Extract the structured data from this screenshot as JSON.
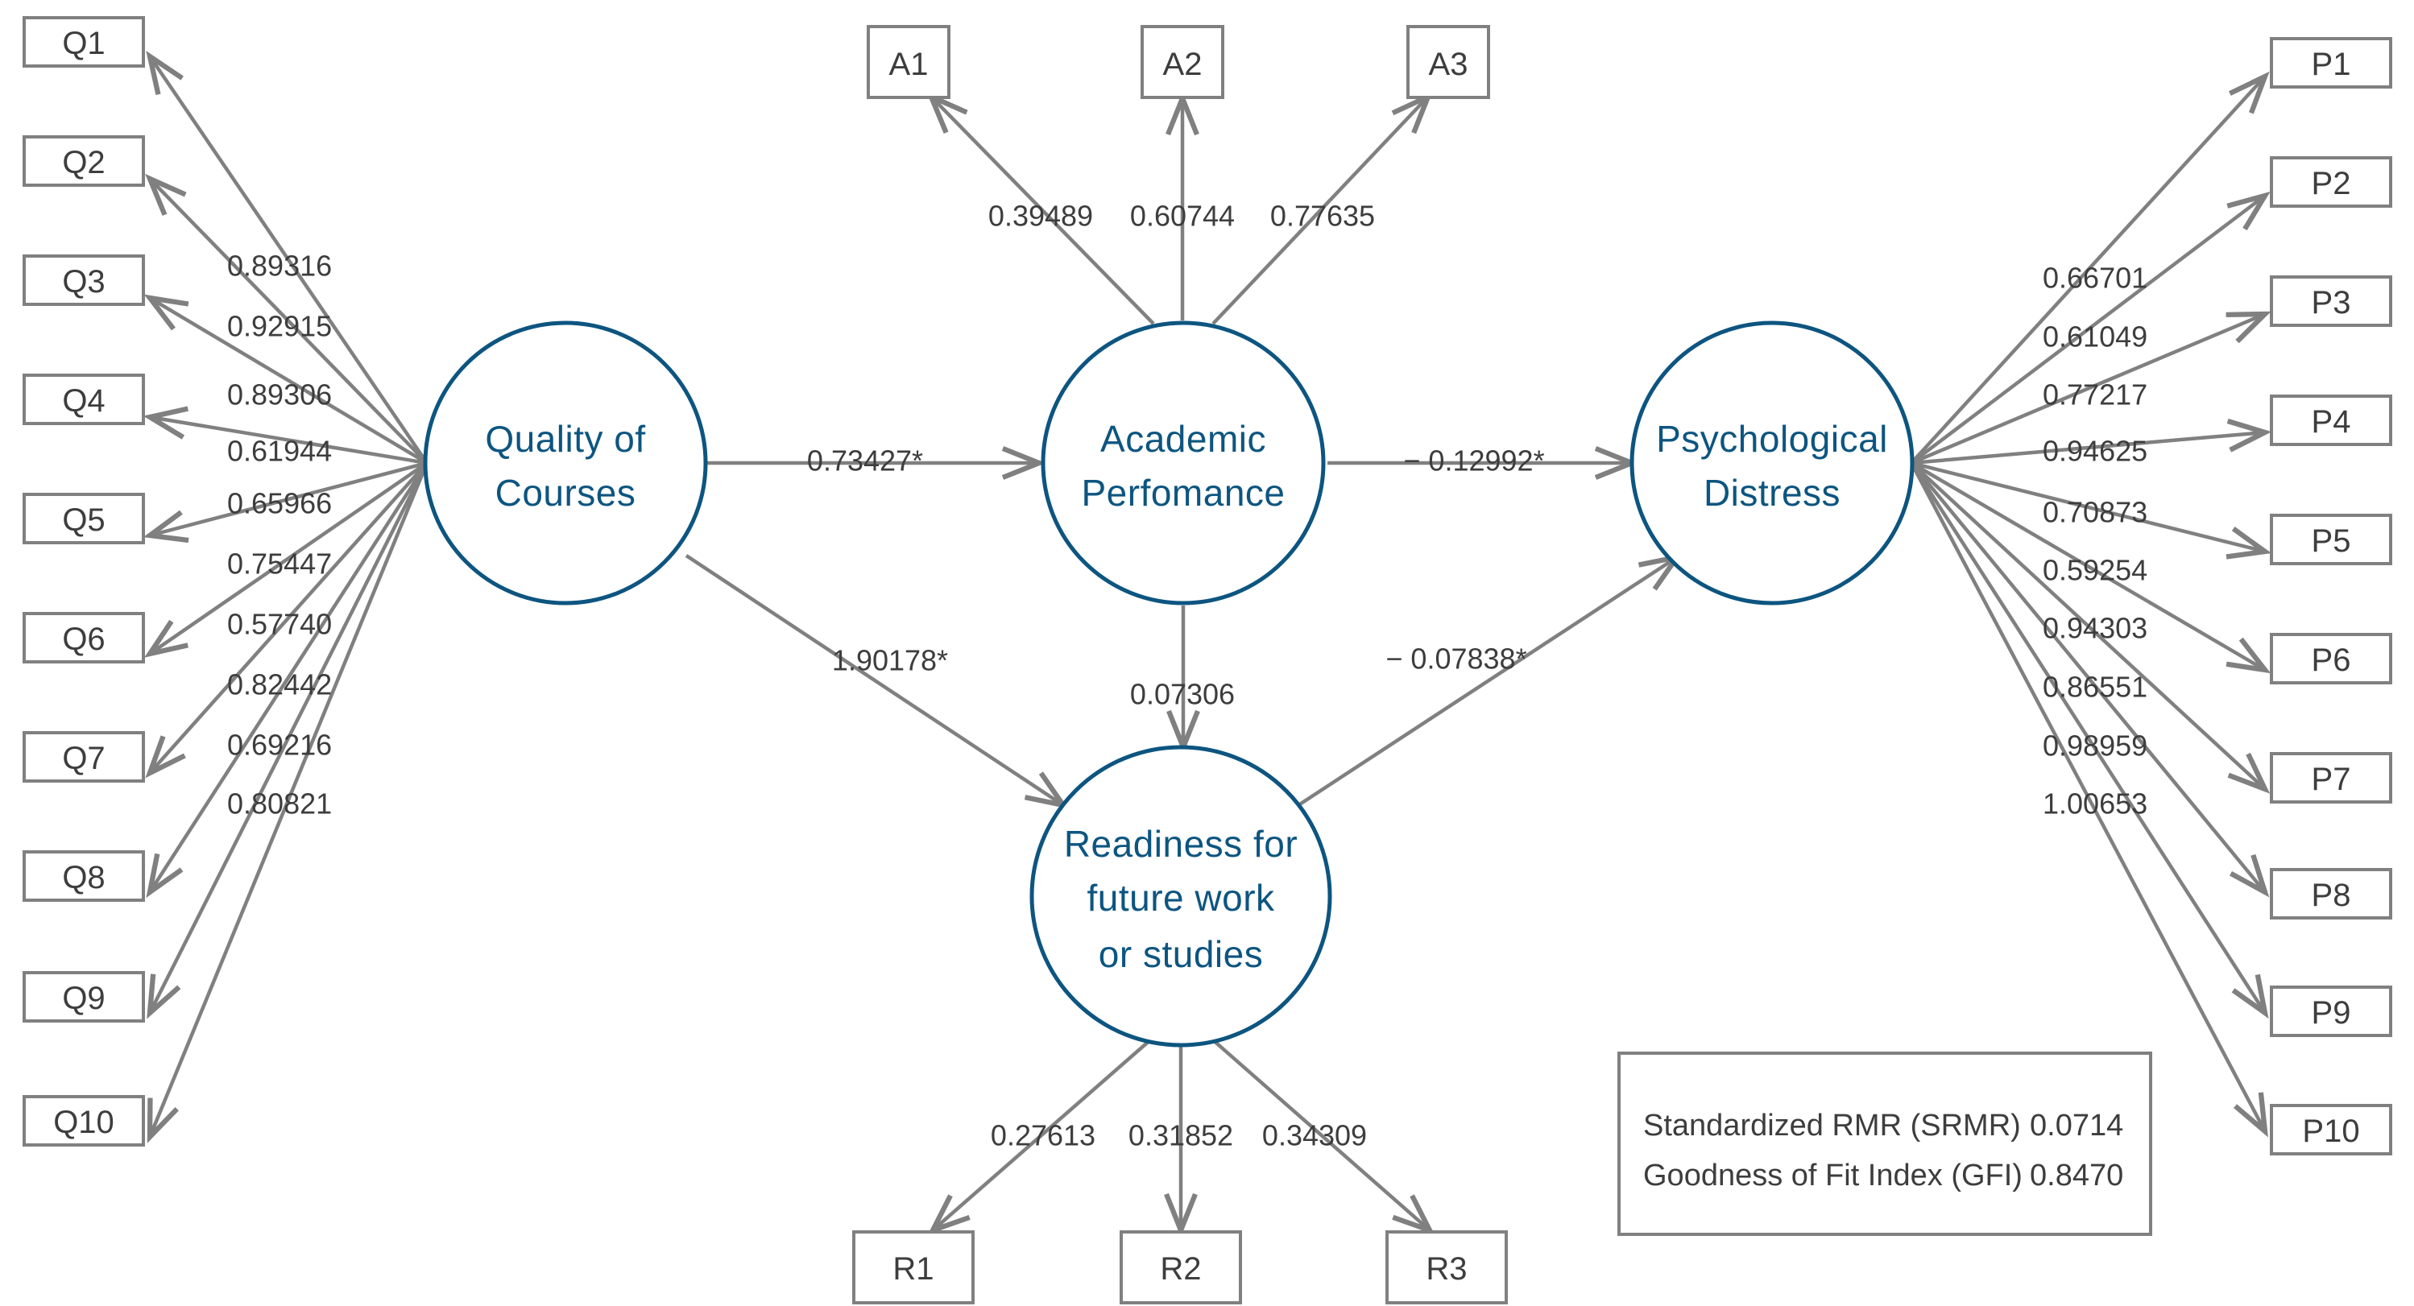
{
  "diagram": {
    "title": "Structural Equation Model Path Diagram",
    "type": "sem-path-diagram",
    "colors": {
      "latent_stroke": "#0d5580",
      "latent_text": "#0d5580",
      "observed_stroke": "#808080",
      "edge_stroke": "#808080",
      "label_text": "#3d3d3d",
      "background": "#ffffff"
    }
  },
  "latents": {
    "quality": {
      "line1": "Quality  of",
      "line2": "Courses"
    },
    "academic": {
      "line1": "Academic",
      "line2": "Perfomance"
    },
    "distress": {
      "line1": "Psychological",
      "line2": "Distress"
    },
    "readiness": {
      "line1": "Readiness  for",
      "line2": "future  work",
      "line3": "or studies"
    }
  },
  "indicators": {
    "quality": [
      "Q1",
      "Q2",
      "Q3",
      "Q4",
      "Q5",
      "Q6",
      "Q7",
      "Q8",
      "Q9",
      "Q10"
    ],
    "academic": [
      "A1",
      "A2",
      "A3"
    ],
    "readiness": [
      "R1",
      "R2",
      "R3"
    ],
    "distress": [
      "P1",
      "P2",
      "P3",
      "P4",
      "P5",
      "P6",
      "P7",
      "P8",
      "P9",
      "P10"
    ]
  },
  "loadings": {
    "quality": [
      "0.89316",
      "0.92915",
      "0.89306",
      "0.61944",
      "0.65966",
      "0.75447",
      "0.57740",
      "0.82442",
      "0.69216",
      "0.80821"
    ],
    "academic": [
      "0.39489",
      "0.60744",
      "0.77635"
    ],
    "readiness": [
      "0.27613",
      "0.31852",
      "0.34309"
    ],
    "distress": [
      "0.66701",
      "0.61049",
      "0.77217",
      "0.94625",
      "0.70873",
      "0.59254",
      "0.94303",
      "0.86551",
      "0.98959",
      "1.00653"
    ]
  },
  "paths": {
    "quality_to_academic": "0.73427*",
    "quality_to_readiness": "1.90178*",
    "academic_to_distress": "− 0.12992*",
    "academic_to_readiness": "0.07306",
    "readiness_to_distress": "− 0.07838*"
  },
  "fit_indices": {
    "rows": [
      {
        "label": "Standardized RMR (SRMR)",
        "value": "0.0714"
      },
      {
        "label": "Goodness of Fit Index (GFI)",
        "value": "0.8470"
      }
    ]
  },
  "chart_data": {
    "type": "diagram",
    "title": "SEM path diagram: Quality of Courses → Academic Perfomance / Readiness → Psychological Distress",
    "nodes": [
      {
        "id": "quality",
        "kind": "latent",
        "label": "Quality of Courses"
      },
      {
        "id": "academic",
        "kind": "latent",
        "label": "Academic Perfomance"
      },
      {
        "id": "readiness",
        "kind": "latent",
        "label": "Readiness for future work or studies"
      },
      {
        "id": "distress",
        "kind": "latent",
        "label": "Psychological Distress"
      },
      {
        "id": "Q1",
        "kind": "observed",
        "label": "Q1"
      },
      {
        "id": "Q2",
        "kind": "observed",
        "label": "Q2"
      },
      {
        "id": "Q3",
        "kind": "observed",
        "label": "Q3"
      },
      {
        "id": "Q4",
        "kind": "observed",
        "label": "Q4"
      },
      {
        "id": "Q5",
        "kind": "observed",
        "label": "Q5"
      },
      {
        "id": "Q6",
        "kind": "observed",
        "label": "Q6"
      },
      {
        "id": "Q7",
        "kind": "observed",
        "label": "Q7"
      },
      {
        "id": "Q8",
        "kind": "observed",
        "label": "Q8"
      },
      {
        "id": "Q9",
        "kind": "observed",
        "label": "Q9"
      },
      {
        "id": "Q10",
        "kind": "observed",
        "label": "Q10"
      },
      {
        "id": "A1",
        "kind": "observed",
        "label": "A1"
      },
      {
        "id": "A2",
        "kind": "observed",
        "label": "A2"
      },
      {
        "id": "A3",
        "kind": "observed",
        "label": "A3"
      },
      {
        "id": "R1",
        "kind": "observed",
        "label": "R1"
      },
      {
        "id": "R2",
        "kind": "observed",
        "label": "R2"
      },
      {
        "id": "R3",
        "kind": "observed",
        "label": "R3"
      },
      {
        "id": "P1",
        "kind": "observed",
        "label": "P1"
      },
      {
        "id": "P2",
        "kind": "observed",
        "label": "P2"
      },
      {
        "id": "P3",
        "kind": "observed",
        "label": "P3"
      },
      {
        "id": "P4",
        "kind": "observed",
        "label": "P4"
      },
      {
        "id": "P5",
        "kind": "observed",
        "label": "P5"
      },
      {
        "id": "P6",
        "kind": "observed",
        "label": "P6"
      },
      {
        "id": "P7",
        "kind": "observed",
        "label": "P7"
      },
      {
        "id": "P8",
        "kind": "observed",
        "label": "P8"
      },
      {
        "id": "P9",
        "kind": "observed",
        "label": "P9"
      },
      {
        "id": "P10",
        "kind": "observed",
        "label": "P10"
      }
    ],
    "edges": [
      {
        "from": "quality",
        "to": "Q1",
        "value": 0.89316,
        "label": "0.89316"
      },
      {
        "from": "quality",
        "to": "Q2",
        "value": 0.92915,
        "label": "0.92915"
      },
      {
        "from": "quality",
        "to": "Q3",
        "value": 0.89306,
        "label": "0.89306"
      },
      {
        "from": "quality",
        "to": "Q4",
        "value": 0.61944,
        "label": "0.61944"
      },
      {
        "from": "quality",
        "to": "Q5",
        "value": 0.65966,
        "label": "0.65966"
      },
      {
        "from": "quality",
        "to": "Q6",
        "value": 0.75447,
        "label": "0.75447"
      },
      {
        "from": "quality",
        "to": "Q7",
        "value": 0.5774,
        "label": "0.57740"
      },
      {
        "from": "quality",
        "to": "Q8",
        "value": 0.82442,
        "label": "0.82442"
      },
      {
        "from": "quality",
        "to": "Q9",
        "value": 0.69216,
        "label": "0.69216"
      },
      {
        "from": "quality",
        "to": "Q10",
        "value": 0.80821,
        "label": "0.80821"
      },
      {
        "from": "academic",
        "to": "A1",
        "value": 0.39489,
        "label": "0.39489"
      },
      {
        "from": "academic",
        "to": "A2",
        "value": 0.60744,
        "label": "0.60744"
      },
      {
        "from": "academic",
        "to": "A3",
        "value": 0.77635,
        "label": "0.77635"
      },
      {
        "from": "readiness",
        "to": "R1",
        "value": 0.27613,
        "label": "0.27613"
      },
      {
        "from": "readiness",
        "to": "R2",
        "value": 0.31852,
        "label": "0.31852"
      },
      {
        "from": "readiness",
        "to": "R3",
        "value": 0.34309,
        "label": "0.34309"
      },
      {
        "from": "distress",
        "to": "P1",
        "value": 0.66701,
        "label": "0.66701"
      },
      {
        "from": "distress",
        "to": "P2",
        "value": 0.61049,
        "label": "0.61049"
      },
      {
        "from": "distress",
        "to": "P3",
        "value": 0.77217,
        "label": "0.77217"
      },
      {
        "from": "distress",
        "to": "P4",
        "value": 0.94625,
        "label": "0.94625"
      },
      {
        "from": "distress",
        "to": "P5",
        "value": 0.70873,
        "label": "0.70873"
      },
      {
        "from": "distress",
        "to": "P6",
        "value": 0.59254,
        "label": "0.59254"
      },
      {
        "from": "distress",
        "to": "P7",
        "value": 0.94303,
        "label": "0.94303"
      },
      {
        "from": "distress",
        "to": "P8",
        "value": 0.86551,
        "label": "0.86551"
      },
      {
        "from": "distress",
        "to": "P9",
        "value": 0.98959,
        "label": "0.98959"
      },
      {
        "from": "distress",
        "to": "P10",
        "value": 1.00653,
        "label": "1.00653"
      },
      {
        "from": "quality",
        "to": "academic",
        "value": 0.73427,
        "label": "0.73427*",
        "significant": true
      },
      {
        "from": "quality",
        "to": "readiness",
        "value": 1.90178,
        "label": "1.90178*",
        "significant": true
      },
      {
        "from": "academic",
        "to": "distress",
        "value": -0.12992,
        "label": "− 0.12992*",
        "significant": true
      },
      {
        "from": "academic",
        "to": "readiness",
        "value": 0.07306,
        "label": "0.07306",
        "significant": false
      },
      {
        "from": "readiness",
        "to": "distress",
        "value": -0.07838,
        "label": "− 0.07838*",
        "significant": true
      }
    ],
    "fit": {
      "SRMR": 0.0714,
      "GFI": 0.847
    }
  }
}
